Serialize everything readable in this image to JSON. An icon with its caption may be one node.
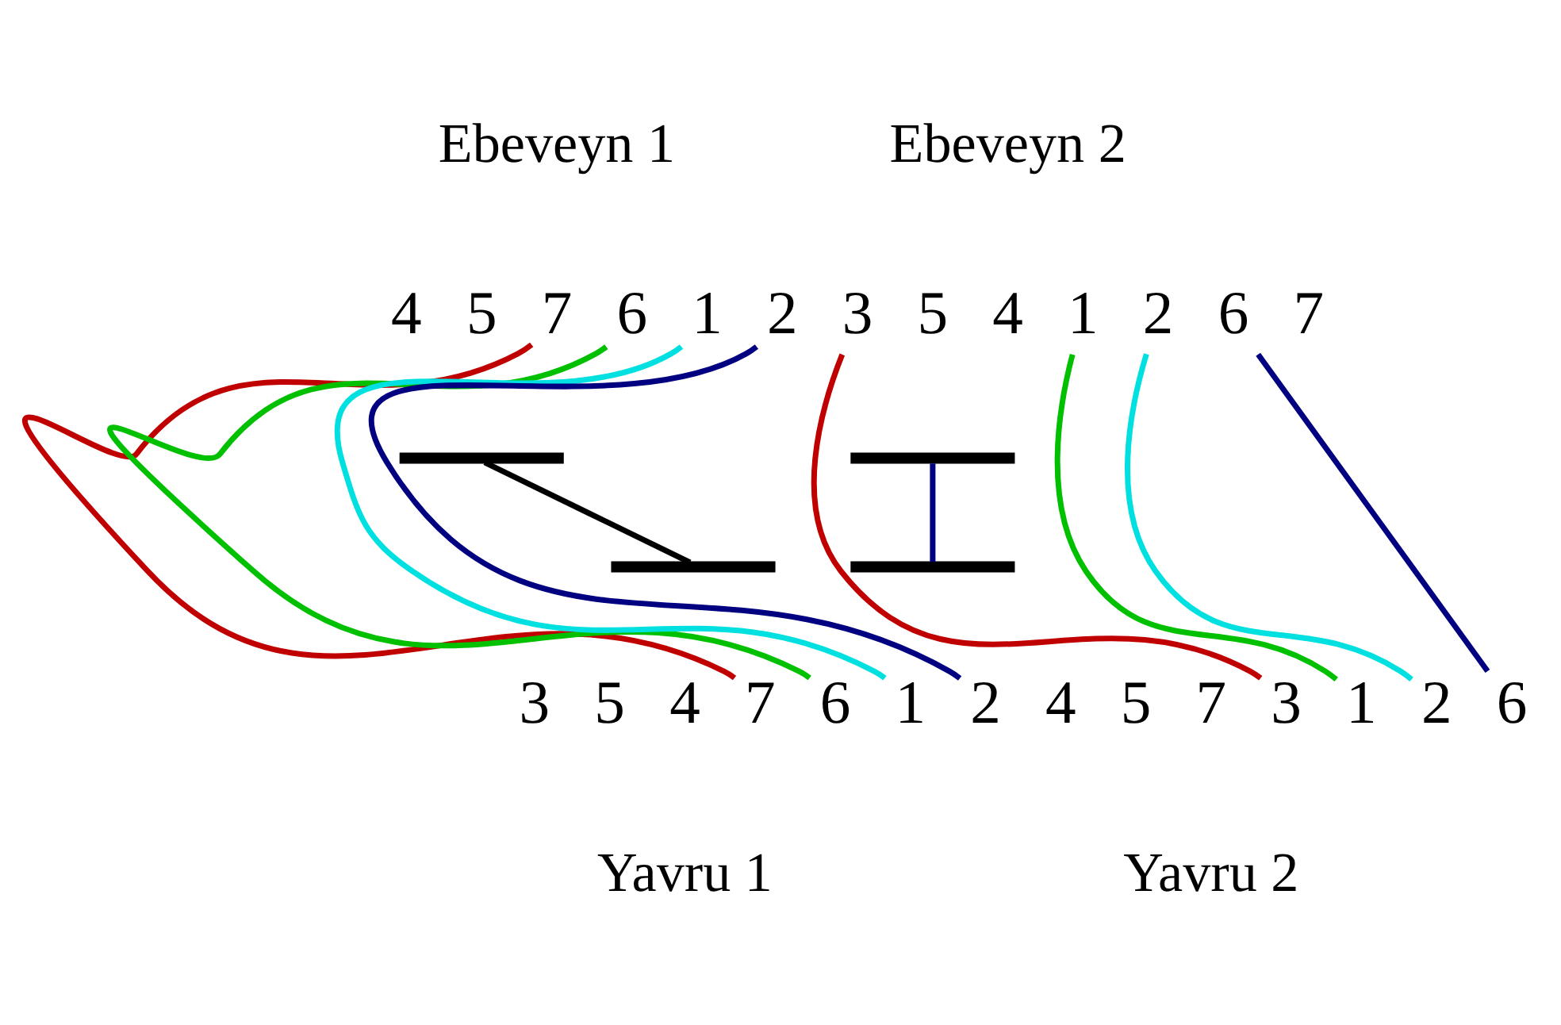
{
  "diagram": {
    "nodes": [
      {
        "text": [],
        "shape": "bar"
      },
      {
        "text": [
          "4"
        ]
      },
      {
        "text": [
          "5"
        ]
      },
      {
        "text": [
          "7"
        ]
      },
      {
        "text": [
          "6"
        ]
      },
      {
        "text": [
          "1"
        ]
      },
      {
        "text": [
          "2"
        ]
      },
      {
        "text": [],
        "shape": "bar"
      },
      {
        "text": [
          "3"
        ]
      },
      {
        "text": [
          "5"
        ]
      },
      {
        "text": [
          "4"
        ]
      },
      {
        "text": [
          "1"
        ]
      },
      {
        "text": [
          "2"
        ]
      },
      {
        "text": [
          "6"
        ]
      },
      {
        "text": [
          "7"
        ]
      },
      {
        "text": [],
        "shape": "bar"
      },
      {
        "text": [
          "3"
        ]
      },
      {
        "text": [
          "5"
        ]
      },
      {
        "text": [
          "4"
        ]
      },
      {
        "text": [
          "7"
        ]
      },
      {
        "text": [
          "6"
        ]
      },
      {
        "text": [
          "1"
        ]
      },
      {
        "text": [
          "2"
        ]
      },
      {
        "text": [],
        "shape": "bar"
      },
      {
        "text": [
          "4"
        ]
      },
      {
        "text": [
          "5"
        ]
      },
      {
        "text": [
          "7"
        ]
      },
      {
        "text": [
          "3"
        ]
      },
      {
        "text": [
          "1"
        ]
      },
      {
        "text": [
          "2"
        ]
      },
      {
        "text": [
          "6"
        ]
      }
    ],
    "edges": [
      {
        "from": 0,
        "to": 23,
        "arrow": "none",
        "color": "#000000"
      },
      {
        "from": 7,
        "to": 15,
        "arrow": "none",
        "color": "#000080"
      },
      {
        "from": 3,
        "to": 19,
        "arrow": "none",
        "color": "#c00000"
      },
      {
        "from": 4,
        "to": 20,
        "arrow": "none",
        "color": "#00c000"
      },
      {
        "from": 5,
        "to": 21,
        "arrow": "none",
        "color": "#00e0e0"
      },
      {
        "from": 6,
        "to": 22,
        "arrow": "none",
        "color": "#000080"
      },
      {
        "from": 8,
        "to": 27,
        "arrow": "none",
        "color": "#c00000"
      },
      {
        "from": 11,
        "to": 28,
        "arrow": "none",
        "color": "#00c000"
      },
      {
        "from": 12,
        "to": 29,
        "arrow": "none",
        "color": "#00e0e0"
      },
      {
        "from": 13,
        "to": 30,
        "arrow": "none",
        "color": "#000080"
      }
    ],
    "labels": [
      "Ebeveyn 1",
      "Ebeveyn 2",
      "Yavru 1",
      "Yavru 2"
    ]
  }
}
